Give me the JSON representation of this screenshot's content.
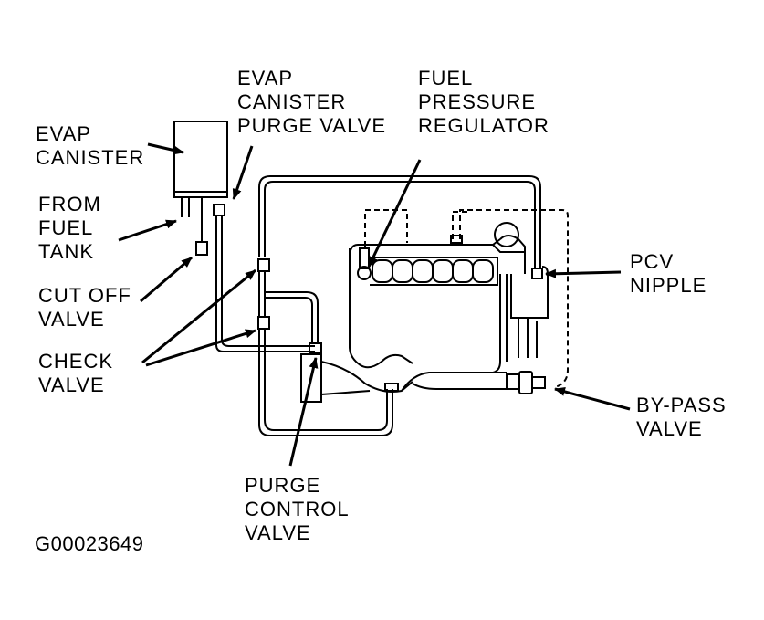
{
  "labels": {
    "evap_canister": [
      "EVAP",
      "CANISTER"
    ],
    "purge_valve": [
      "EVAP",
      "CANISTER",
      "PURGE VALVE"
    ],
    "fuel_pressure_regulator": [
      "FUEL",
      "PRESSURE",
      "REGULATOR"
    ],
    "from_fuel_tank": [
      "FROM",
      "FUEL",
      "TANK"
    ],
    "cut_off_valve": [
      "CUT OFF",
      "VALVE"
    ],
    "check_valve": [
      "CHECK",
      "VALVE"
    ],
    "pcv_nipple": [
      "PCV",
      "NIPPLE"
    ],
    "by_pass_valve": [
      "BY-PASS",
      "VALVE"
    ],
    "purge_control_valve": [
      "PURGE",
      "CONTROL",
      "VALVE"
    ]
  },
  "figure_code": "G00023649",
  "colors": {
    "ink": "#000000",
    "paper": "#ffffff"
  }
}
